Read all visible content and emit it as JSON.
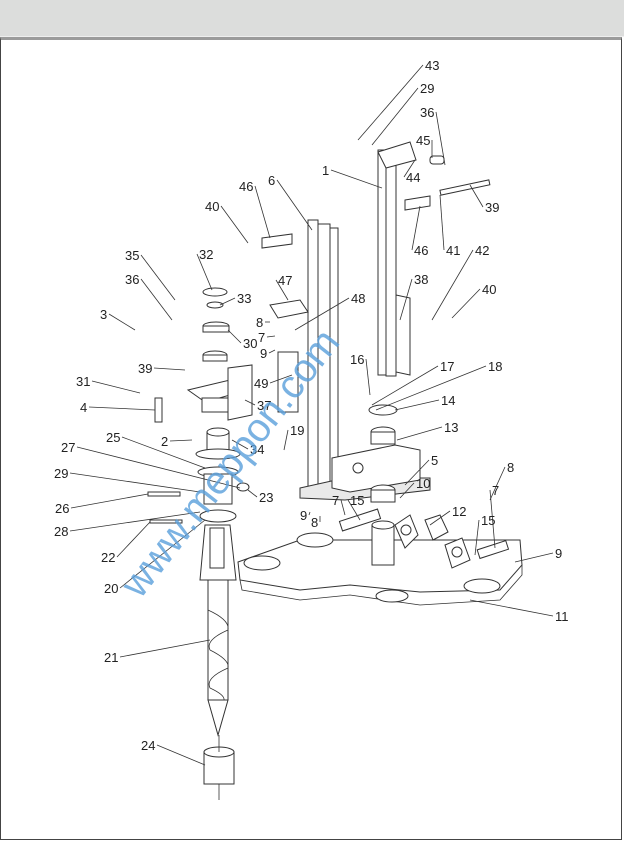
{
  "diagram": {
    "type": "exploded-parts-drawing",
    "watermark": "www.meppon.com",
    "callouts": [
      "43",
      "29",
      "36",
      "45",
      "44",
      "1",
      "39",
      "46",
      "6",
      "40",
      "46",
      "41",
      "42",
      "38",
      "40",
      "35",
      "32",
      "33",
      "36",
      "47",
      "48",
      "3",
      "8",
      "7",
      "9",
      "30",
      "16",
      "17",
      "18",
      "39",
      "49",
      "31",
      "14",
      "4",
      "37",
      "19",
      "13",
      "2",
      "34",
      "25",
      "27",
      "5",
      "29",
      "10",
      "8",
      "23",
      "7",
      "7",
      "15",
      "26",
      "9",
      "8",
      "12",
      "15",
      "28",
      "22",
      "9",
      "20",
      "11",
      "21",
      "24"
    ]
  },
  "colors": {
    "topbar": "#dcdddc",
    "lines": "#333333",
    "watermark": "#5a9fdc"
  }
}
